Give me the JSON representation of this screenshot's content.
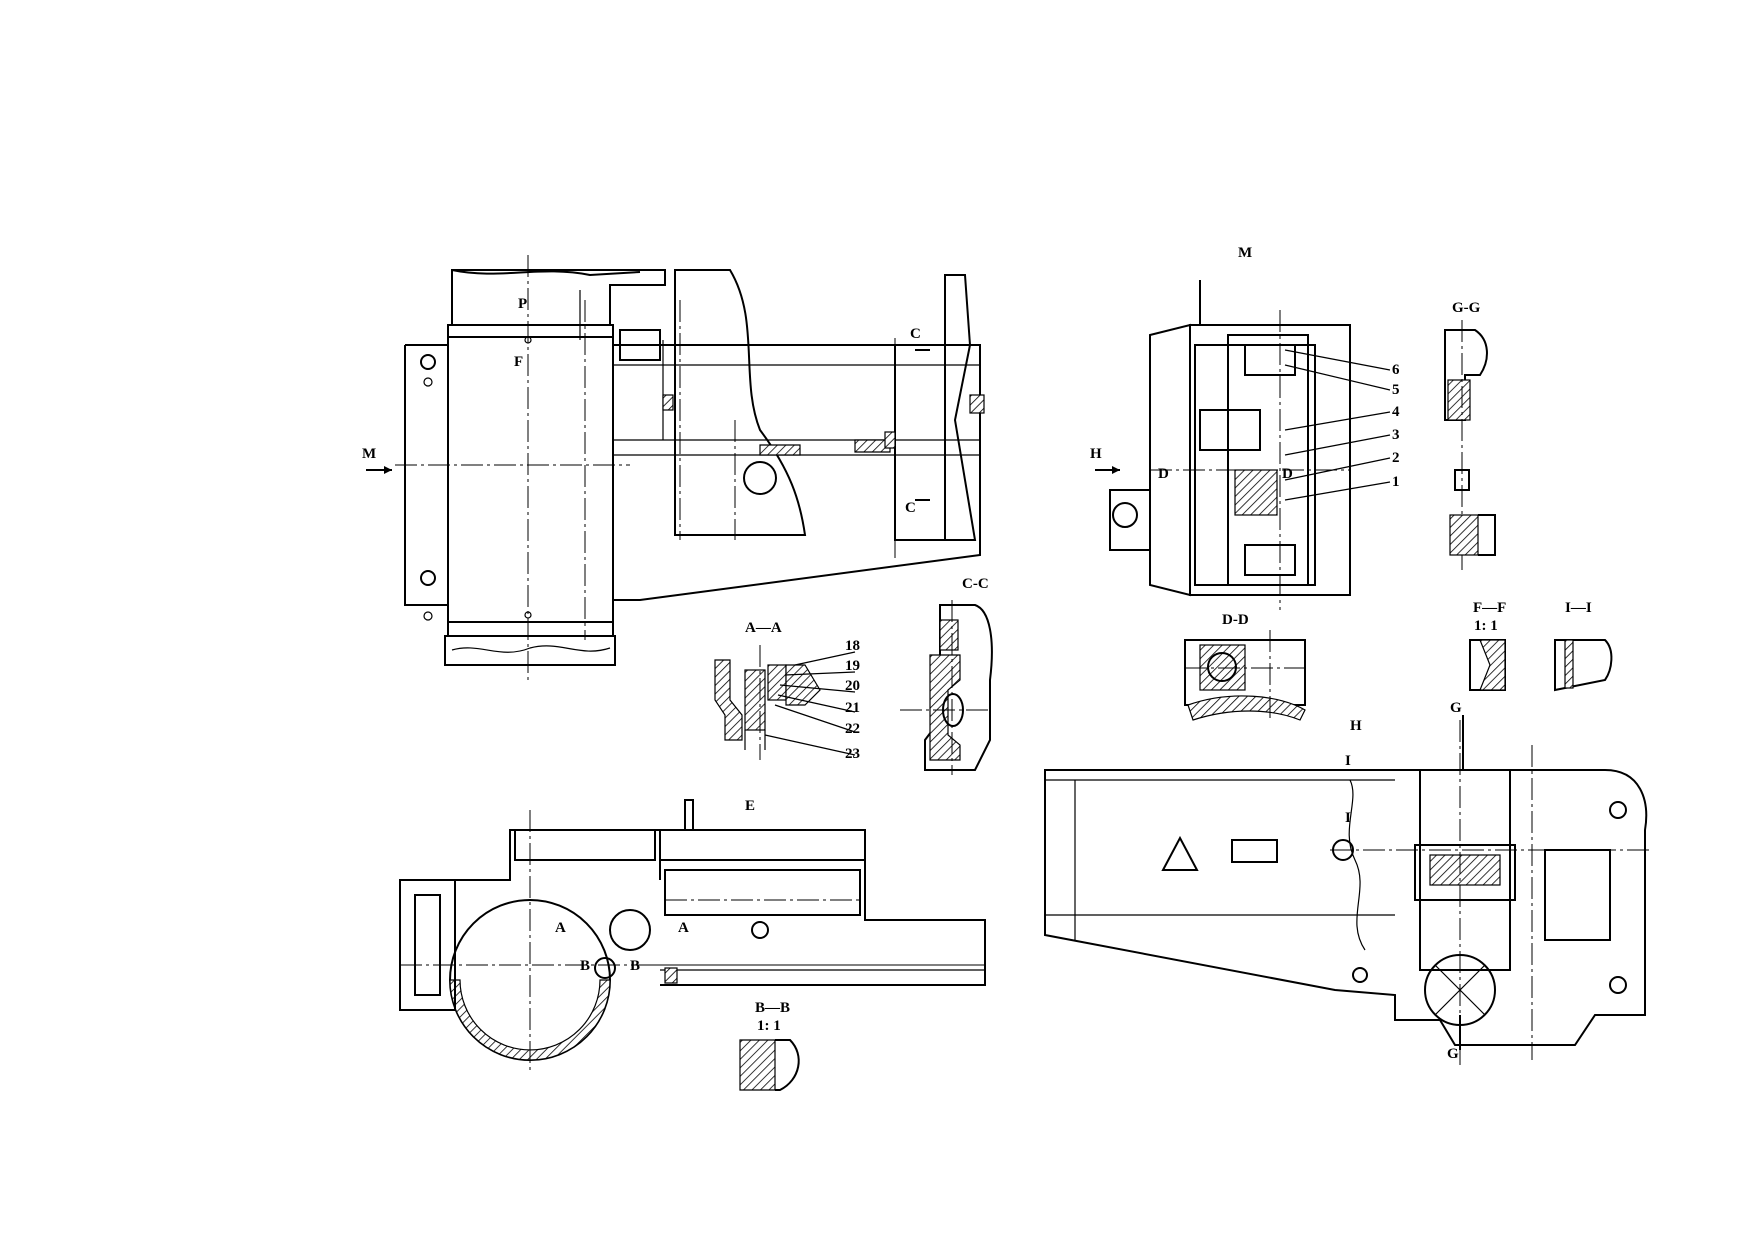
{
  "views": {
    "m_view_label": "M",
    "m_arrow_label": "M",
    "h_view_label": "H",
    "h_arrow_label": "H",
    "e_marker": "E",
    "p_marker": "P",
    "f_marker": "F",
    "c_marker_top": "C",
    "c_marker_bottom": "C",
    "d_marker_left": "D",
    "d_marker_right": "D",
    "a_marker_left": "A",
    "a_marker_right": "A",
    "b_marker_left": "B",
    "b_marker_right": "B",
    "g_marker_top": "G",
    "g_marker_bottom": "G",
    "i_marker_top": "I",
    "i_marker_bottom": "I"
  },
  "sections": {
    "aa": "A—A",
    "cc": "C-C",
    "bb": "B—B",
    "bb_scale": "1: 1",
    "dd": "D-D",
    "gg": "G-G",
    "ff": "F—F",
    "ff_scale": "1: 1",
    "ii": "I—I"
  },
  "callouts_m": [
    "6",
    "5",
    "4",
    "3",
    "2",
    "1"
  ],
  "callouts_aa": [
    "18",
    "19",
    "20",
    "21",
    "22",
    "23"
  ]
}
